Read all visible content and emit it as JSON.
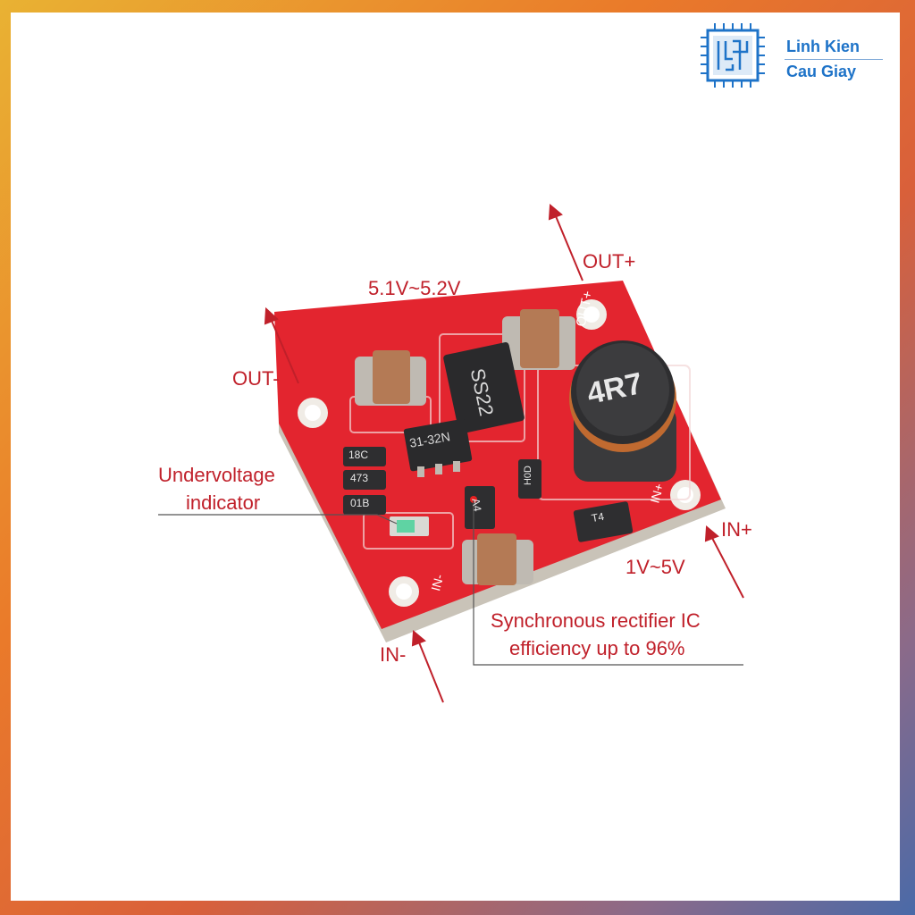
{
  "brand": {
    "line1": "Linh Kien",
    "line2": "Cau Giay"
  },
  "labels": {
    "out_minus": "OUT-",
    "out_plus": "OUT+",
    "output_range": "5.1V~5.2V",
    "in_plus": "IN+",
    "in_minus": "IN-",
    "input_range": "1V~5V",
    "undervoltage_line1": "Undervoltage",
    "undervoltage_line2": "indicator",
    "sync_line1": "Synchronous rectifier IC",
    "sync_line2": "efficiency up to 96%"
  },
  "board_markings": {
    "inductor": "4R7",
    "diode": "SS22",
    "ic": "31-32N",
    "res1": "18C",
    "res2": "473",
    "res3": "01B",
    "res4": "H0D",
    "mosfet": "A4",
    "transistor": "T4",
    "silk_out_plus": "OUT+",
    "silk_in_plus": "IN+",
    "silk_in_minus": "IN-"
  },
  "colors": {
    "pcb_red": "#e3252f",
    "label_red": "#c0202a",
    "brand_blue": "#1e73c8"
  }
}
